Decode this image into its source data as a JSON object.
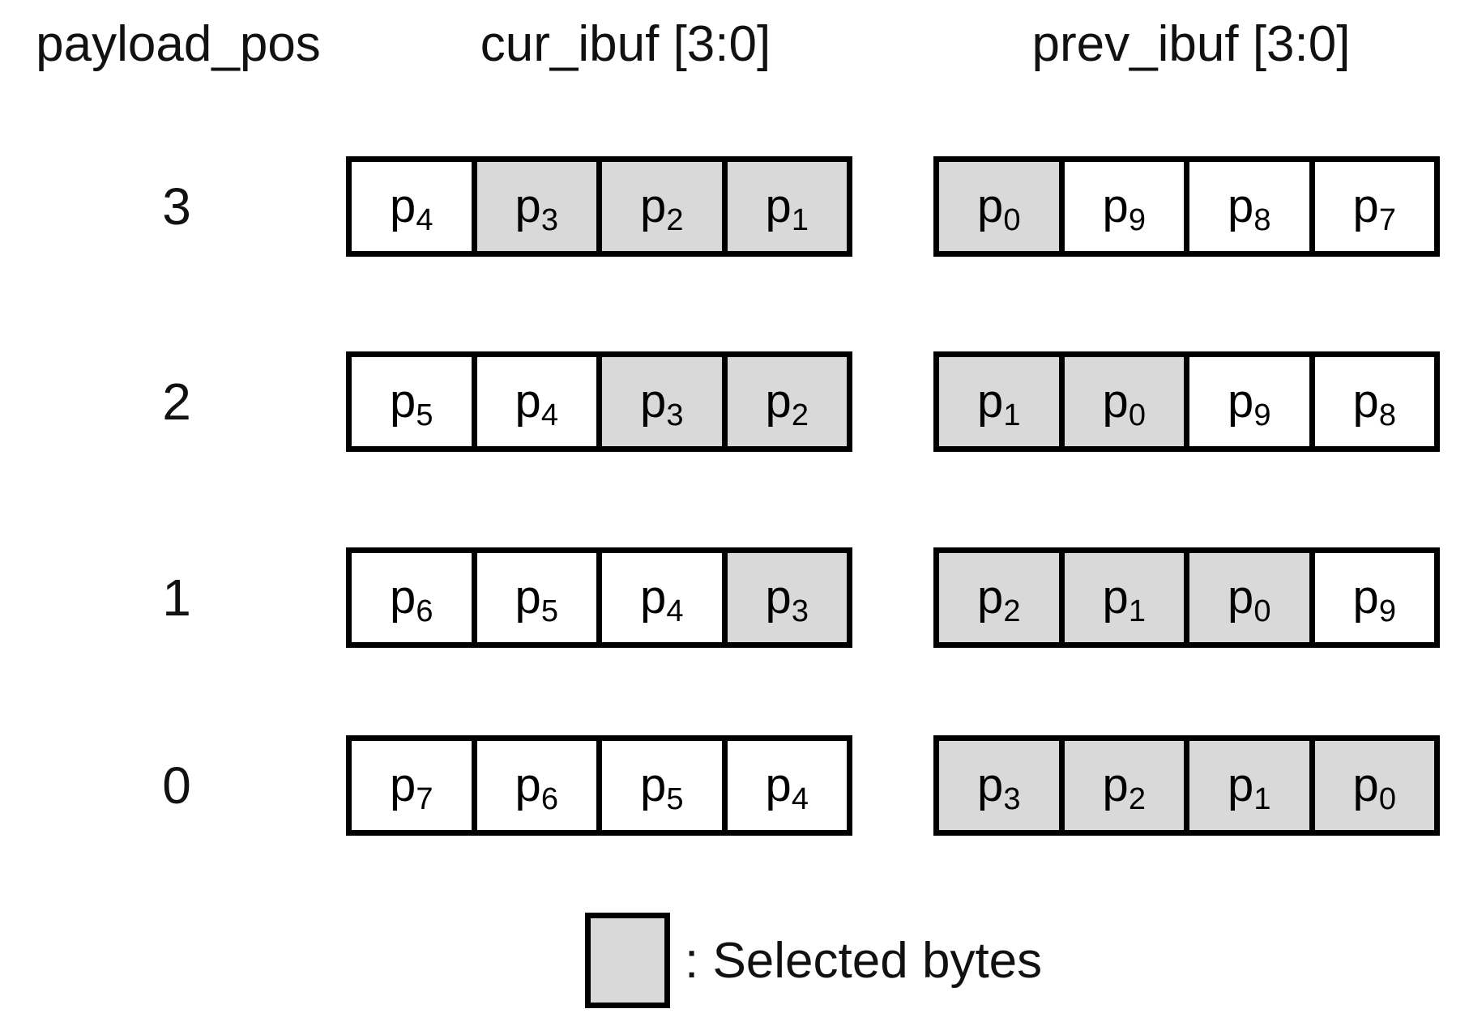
{
  "headers": {
    "payload_pos": "payload_pos",
    "cur_ibuf": "cur_ibuf [3:0]",
    "prev_ibuf": "prev_ibuf [3:0]"
  },
  "colors": {
    "selected_fill": "#d9d9d9",
    "border": "#000000",
    "background": "#ffffff"
  },
  "rows": [
    {
      "pos": "3",
      "cur": [
        {
          "base": "p",
          "sub": "4",
          "selected": false
        },
        {
          "base": "p",
          "sub": "3",
          "selected": true
        },
        {
          "base": "p",
          "sub": "2",
          "selected": true
        },
        {
          "base": "p",
          "sub": "1",
          "selected": true
        }
      ],
      "prev": [
        {
          "base": "p",
          "sub": "0",
          "selected": true
        },
        {
          "base": "p",
          "sub": "9",
          "selected": false
        },
        {
          "base": "p",
          "sub": "8",
          "selected": false
        },
        {
          "base": "p",
          "sub": "7",
          "selected": false
        }
      ]
    },
    {
      "pos": "2",
      "cur": [
        {
          "base": "p",
          "sub": "5",
          "selected": false
        },
        {
          "base": "p",
          "sub": "4",
          "selected": false
        },
        {
          "base": "p",
          "sub": "3",
          "selected": true
        },
        {
          "base": "p",
          "sub": "2",
          "selected": true
        }
      ],
      "prev": [
        {
          "base": "p",
          "sub": "1",
          "selected": true
        },
        {
          "base": "p",
          "sub": "0",
          "selected": true
        },
        {
          "base": "p",
          "sub": "9",
          "selected": false
        },
        {
          "base": "p",
          "sub": "8",
          "selected": false
        }
      ]
    },
    {
      "pos": "1",
      "cur": [
        {
          "base": "p",
          "sub": "6",
          "selected": false
        },
        {
          "base": "p",
          "sub": "5",
          "selected": false
        },
        {
          "base": "p",
          "sub": "4",
          "selected": false
        },
        {
          "base": "p",
          "sub": "3",
          "selected": true
        }
      ],
      "prev": [
        {
          "base": "p",
          "sub": "2",
          "selected": true
        },
        {
          "base": "p",
          "sub": "1",
          "selected": true
        },
        {
          "base": "p",
          "sub": "0",
          "selected": true
        },
        {
          "base": "p",
          "sub": "9",
          "selected": false
        }
      ]
    },
    {
      "pos": "0",
      "cur": [
        {
          "base": "p",
          "sub": "7",
          "selected": false
        },
        {
          "base": "p",
          "sub": "6",
          "selected": false
        },
        {
          "base": "p",
          "sub": "5",
          "selected": false
        },
        {
          "base": "p",
          "sub": "4",
          "selected": false
        }
      ],
      "prev": [
        {
          "base": "p",
          "sub": "3",
          "selected": true
        },
        {
          "base": "p",
          "sub": "2",
          "selected": true
        },
        {
          "base": "p",
          "sub": "1",
          "selected": true
        },
        {
          "base": "p",
          "sub": "0",
          "selected": true
        }
      ]
    }
  ],
  "legend": {
    "label": ": Selected bytes"
  }
}
